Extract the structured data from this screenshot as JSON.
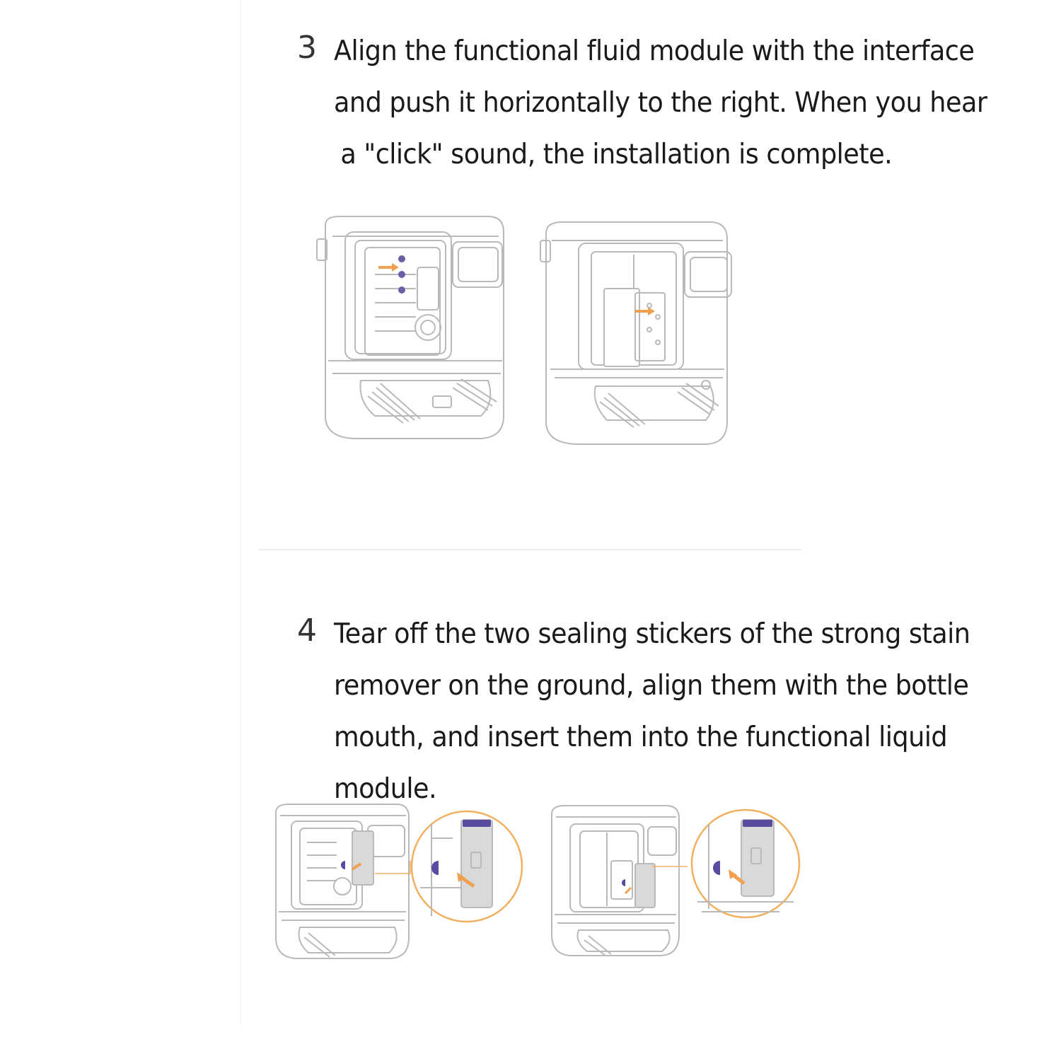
{
  "steps": [
    {
      "number": "3",
      "lines": [
        "Align the functional fluid module with the interface",
        "and push it horizontally to the right. When you hear",
        "a \"click\" sound, the installation is complete."
      ]
    },
    {
      "number": "4",
      "lines": [
        "Tear off the two sealing stickers of the strong stain",
        "remover on the ground, align them with the bottle",
        "mouth, and insert them into the functional liquid",
        "module."
      ]
    }
  ],
  "colors": {
    "text": "#1a1a1a",
    "line_art": "#b9b9b9",
    "arrow": "#f0a050",
    "dot": "#6b5fa8",
    "module_fill": "#d9d9d9",
    "module_cap": "#5a4aa0",
    "zoom_circle": "#f0b060"
  }
}
